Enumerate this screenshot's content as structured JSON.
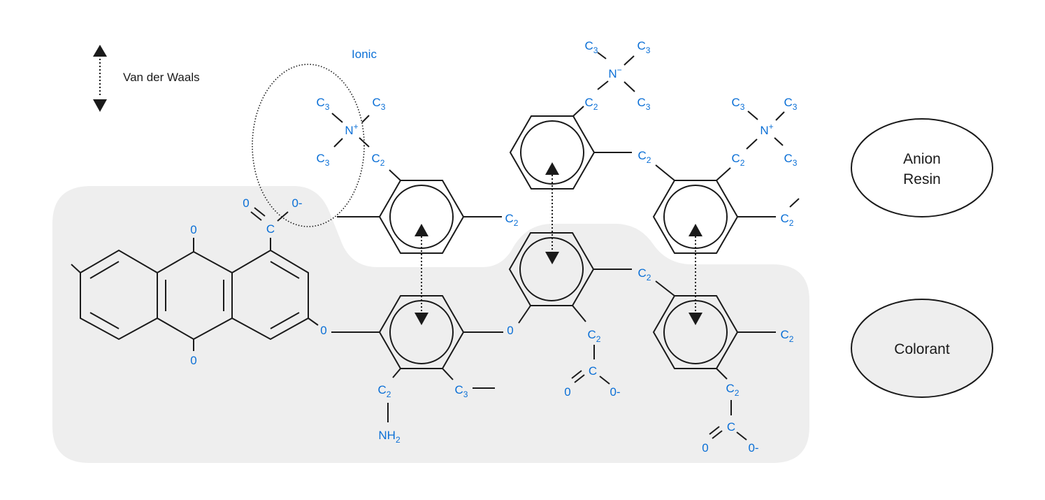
{
  "legend": {
    "vdw_label": "Van der Waals",
    "ionic_label": "Ionic",
    "anion_resin_label": "Anion Resin",
    "colorant_label": "Colorant"
  },
  "colors": {
    "label": "#0a6fd6",
    "colorant_fill": "#eeeeee",
    "line": "#1a1a1a"
  },
  "atoms": [
    {
      "id": "n1",
      "base": "N",
      "sup": "+"
    },
    {
      "id": "n1c3a",
      "base": "C",
      "sub": "3"
    },
    {
      "id": "n1c3b",
      "base": "C",
      "sub": "3"
    },
    {
      "id": "n1c3c",
      "base": "C",
      "sub": "3"
    },
    {
      "id": "n1c2",
      "base": "C",
      "sub": "2"
    },
    {
      "id": "n2",
      "base": "N",
      "sup": "−"
    },
    {
      "id": "n2c3a",
      "base": "C",
      "sub": "3"
    },
    {
      "id": "n2c3b",
      "base": "C",
      "sub": "3"
    },
    {
      "id": "n2c3c",
      "base": "C",
      "sub": "3"
    },
    {
      "id": "n2c2",
      "base": "C",
      "sub": "2"
    },
    {
      "id": "n3",
      "base": "N",
      "sup": "+"
    },
    {
      "id": "n3c3a",
      "base": "C",
      "sub": "3"
    },
    {
      "id": "n3c3b",
      "base": "C",
      "sub": "3"
    },
    {
      "id": "n3c3c",
      "base": "C",
      "sub": "3"
    },
    {
      "id": "n3c2",
      "base": "C",
      "sub": "2"
    },
    {
      "id": "r1c2",
      "base": "C",
      "sub": "2"
    },
    {
      "id": "r2c2",
      "base": "C",
      "sub": "2"
    },
    {
      "id": "r3c2",
      "base": "C",
      "sub": "2"
    },
    {
      "id": "cx1o",
      "base": "0"
    },
    {
      "id": "cx1om",
      "base": "0-"
    },
    {
      "id": "cx1c",
      "base": "C"
    },
    {
      "id": "aqo1",
      "base": "0"
    },
    {
      "id": "aqo2",
      "base": "0"
    },
    {
      "id": "link1",
      "base": "0"
    },
    {
      "id": "link2",
      "base": "0"
    },
    {
      "id": "r4c2",
      "base": "C",
      "sub": "2"
    },
    {
      "id": "nh2",
      "base": "NH",
      "sub": "2"
    },
    {
      "id": "r4c3",
      "base": "C",
      "sub": "3"
    },
    {
      "id": "r5c2a",
      "base": "C",
      "sub": "2"
    },
    {
      "id": "r5c2b",
      "base": "C",
      "sub": "2"
    },
    {
      "id": "cx2c",
      "base": "C"
    },
    {
      "id": "cx2o",
      "base": "0"
    },
    {
      "id": "cx2om",
      "base": "0-"
    },
    {
      "id": "r6c2a",
      "base": "C",
      "sub": "2"
    },
    {
      "id": "r6c2b",
      "base": "C",
      "sub": "2"
    },
    {
      "id": "cx3c",
      "base": "C"
    },
    {
      "id": "cx3o",
      "base": "0"
    },
    {
      "id": "cx3om",
      "base": "0-"
    }
  ]
}
